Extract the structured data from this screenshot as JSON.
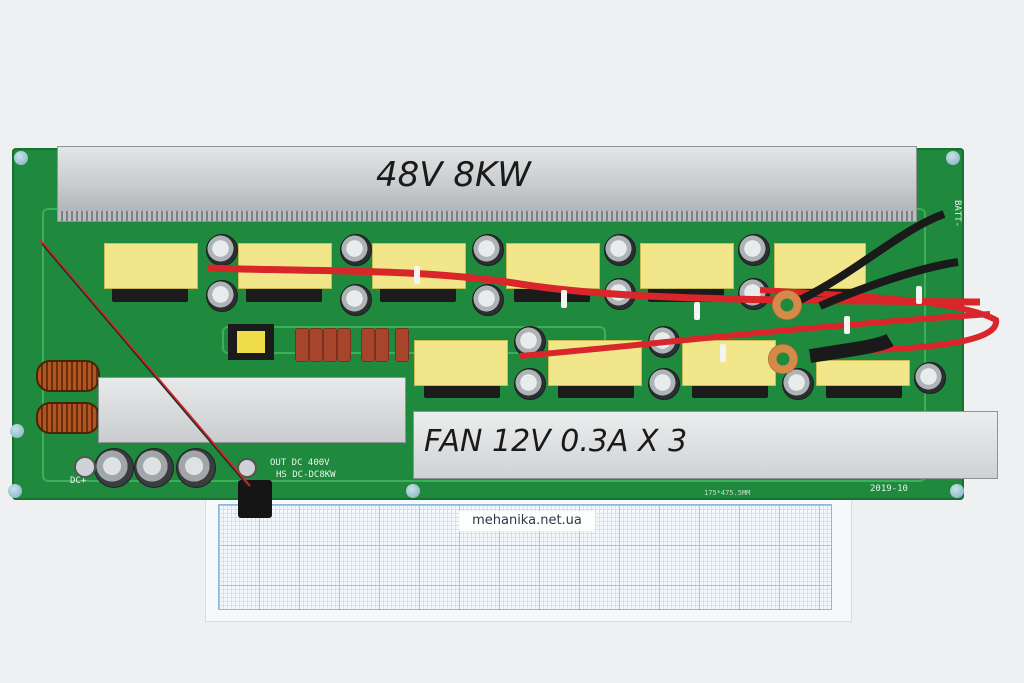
{
  "photo": {
    "heatsink_top_marking": "48V 8KW",
    "heatsink_bottom_marking": "FAN 12V 0.3A X 3",
    "silkscreen": {
      "out_label": "OUT DC 400V",
      "board_name": "HS DC-DC8KW",
      "input_label": "DC+",
      "batt_label": "BATT-",
      "dimensions": "175*475.5MM",
      "date_code": "2019-10"
    },
    "watermark": "mehanika.net.ua",
    "colors": {
      "pcb": "#1f8a3e",
      "transformer": "#f2e68a",
      "wire_red": "#d8262b",
      "heatsink": "#c7cacc"
    }
  }
}
